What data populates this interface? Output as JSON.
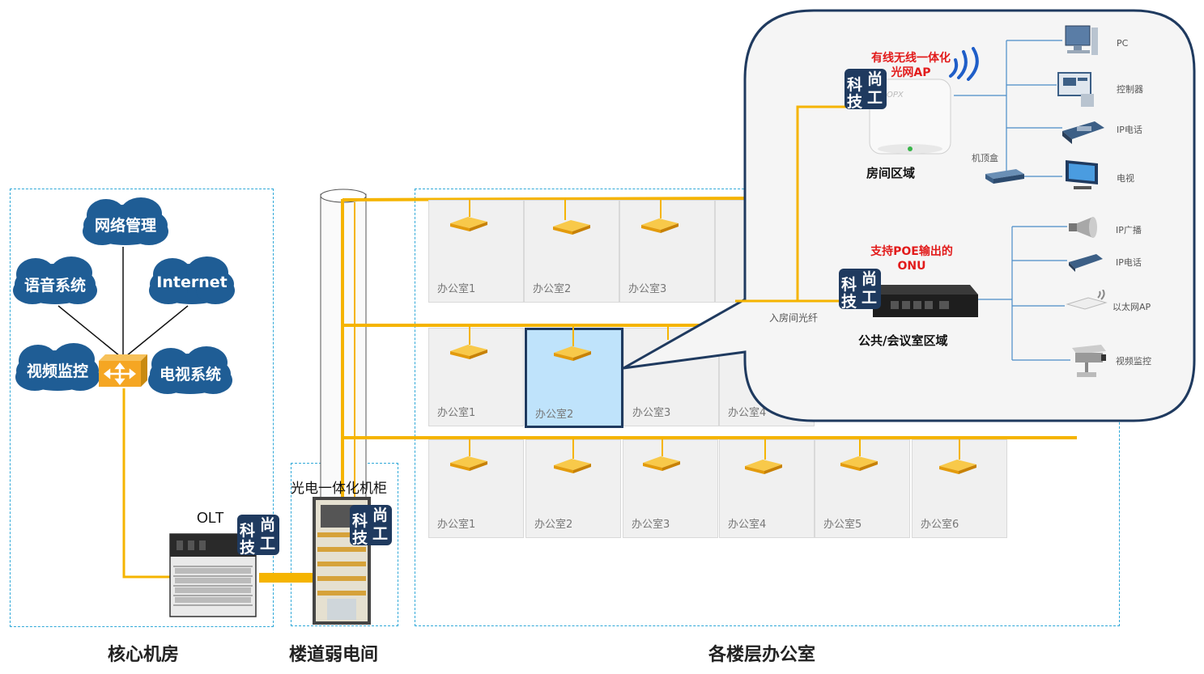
{
  "core_room": {
    "title": "核心机房",
    "olt_label": "OLT",
    "clouds": {
      "network_mgmt": "网络管理",
      "voice": "语音系统",
      "internet": "Internet",
      "video": "视频监控",
      "tv": "电视系统"
    }
  },
  "corridor": {
    "title": "楼道弱电间",
    "cabinet_label": "光电一体化机柜"
  },
  "offices": {
    "title": "各楼层办公室",
    "row1": [
      "办公室1",
      "办公室2",
      "办公室3"
    ],
    "row2": [
      "办公室1",
      "办公室2",
      "办公室3",
      "办公室4"
    ],
    "row3": [
      "办公室1",
      "办公室2",
      "办公室3",
      "办公室4",
      "办公室5",
      "办公室6"
    ]
  },
  "callout": {
    "ap_label": "有线无线一体化\n光网AP",
    "room_area": "房间区域",
    "onu_label": "支持POE输出的\nONU",
    "public_area": "公共/会议室区域",
    "fiber_in": "入房间光纤",
    "stb": "机顶盒",
    "ap_brand": "IOPX",
    "room_devices": [
      "PC",
      "控制器",
      "IP电话",
      "电视"
    ],
    "public_devices": [
      "IP广播",
      "IP电话",
      "以太网AP",
      "视频监控"
    ]
  },
  "watermark": {
    "c1": "尚",
    "c2": "科",
    "c3": "工",
    "c4": "技"
  },
  "colors": {
    "fiber": "#f5b400",
    "dash": "#2fa8d8",
    "cloud": "#1f5d95",
    "callout_border": "#1f3a5f",
    "highlight": "#bfe3fb",
    "alert_text": "#e21b1b"
  }
}
